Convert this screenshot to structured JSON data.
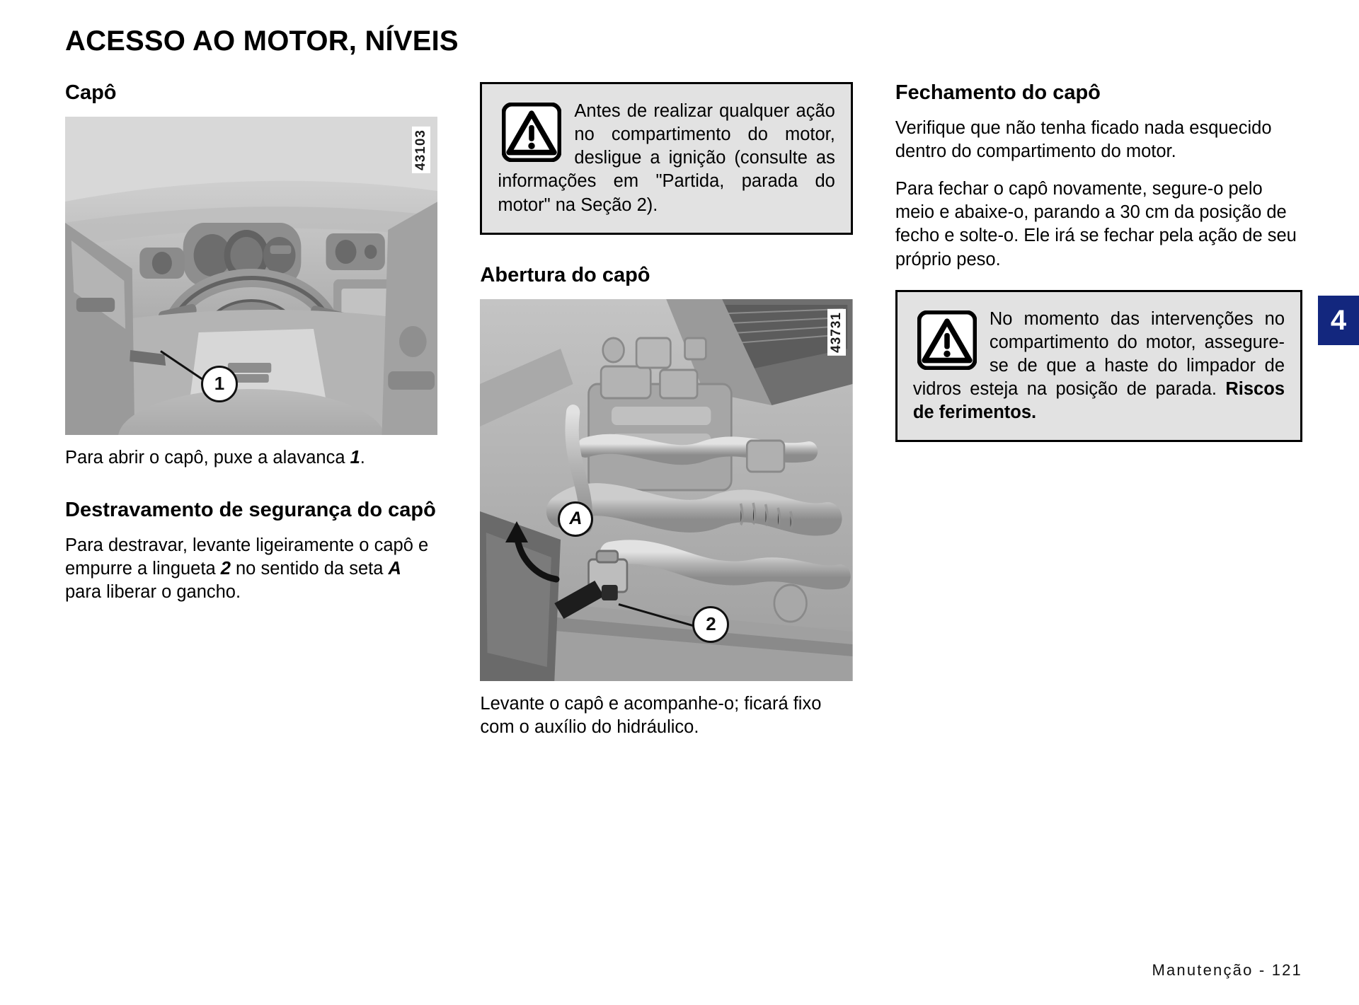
{
  "document": {
    "title": "ACESSO AO MOTOR, NÍVEIS",
    "footer": "Manutenção - 121",
    "chapter_tab": "4",
    "accent_color": "#13277e",
    "warn_box_bg": "#e2e2e2"
  },
  "column_left": {
    "heading_capo": "Capô",
    "figure_dashboard": {
      "code": "43103",
      "callout": "1",
      "alt": "dashboard-interior-photo"
    },
    "caption_capo_parts": {
      "before": "Para abrir o capô, puxe a alavanca ",
      "ref": "1",
      "after": "."
    },
    "heading_destravamento": "Destravamento de segurança do capô",
    "destravamento_parts": {
      "p1": "Para destravar, levante ligeiramente o capô e empurre a lingueta ",
      "ref1": "2",
      "p2": " no sentido da seta ",
      "ref2": "A",
      "p3": " para liberar o gancho."
    }
  },
  "column_middle": {
    "warning_1": {
      "icon": "warning-triangle-icon",
      "text": "Antes de realizar qualquer ação no compartimento do motor, desligue a ignição (consulte as informações em \"Partida, parada do motor\" na Seção 2)."
    },
    "heading_abertura": "Abertura do capô",
    "figure_engine": {
      "code": "43731",
      "callout": "2",
      "arrow_label": "A",
      "alt": "engine-compartment-photo"
    },
    "caption_abertura": "Levante o capô e acompanhe-o; ficará fixo com o auxílio do hidráulico."
  },
  "column_right": {
    "heading_fechamento": "Fechamento do capô",
    "paragraph_1": "Verifique que não tenha ficado nada esquecido dentro do compartimento do motor.",
    "paragraph_2": "Para fechar o capô novamente, segure-o pelo meio e abaixe-o, parando a 30 cm da posição de fecho e solte-o. Ele irá se fechar pela ação de seu próprio peso.",
    "warning_2": {
      "icon": "warning-triangle-icon",
      "text": "No momento das intervenções no compartimento do motor, assegure-se de que a haste do limpador de vidros esteja na posição de parada. ",
      "text_bold": "Riscos de ferimentos."
    }
  }
}
